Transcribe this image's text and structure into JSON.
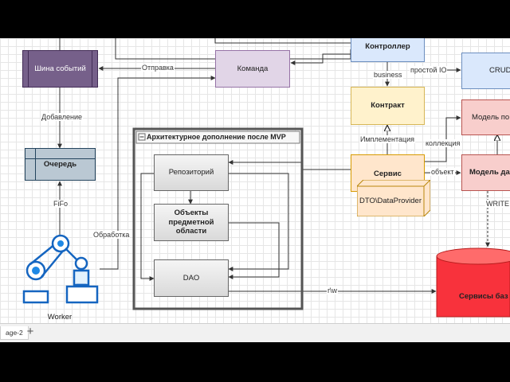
{
  "page": {
    "tab_label": "age-2",
    "add_page_icon": "plus-icon"
  },
  "group": {
    "title": "Архитектурное дополнение после MVP",
    "collapse_icon": "minus-icon"
  },
  "nodes": {
    "event_bus": "Шина событий",
    "command": "Команда",
    "controller": "Контроллер",
    "crud": "CRUD",
    "contract": "Контракт",
    "model_top": "Модель по",
    "queue": "Очередь",
    "repository": "Репозиторий",
    "domain_objects": "Объекты предметной области",
    "dao": "DAO",
    "service": "Сервис",
    "dto": "DTO\\DataProvider",
    "model_data": "Модель да",
    "db_services": "Сервисы баз д",
    "worker": "Worker"
  },
  "edges": {
    "send": "Отправка",
    "add": "Добавление",
    "fifo": "FiFo",
    "processing": "Обработка",
    "business": "business",
    "simple_io": "простой IO",
    "implementation": "Имплементация",
    "collection": "коллекция",
    "object": "объект",
    "write": "WRITE",
    "rw": "r\\w"
  },
  "icons": {
    "worker": "robot-arm-icon"
  },
  "colors": {
    "bus": "#76608a",
    "command": "#e1d5e7",
    "controller": "#dae8fc",
    "controller_border": "#6c8ebf",
    "contract": "#fff2cc",
    "contract_border": "#d6b656",
    "model": "#f8cecc",
    "model_border": "#b85450",
    "queue": "#bac8d3",
    "queue_border": "#23445d",
    "gray_fill": "#f5f5f5",
    "gray_border": "#666666",
    "service": "#ffe6cc",
    "service_border": "#d79b00",
    "db": "#f8323c",
    "robot": "#1e88e5"
  }
}
